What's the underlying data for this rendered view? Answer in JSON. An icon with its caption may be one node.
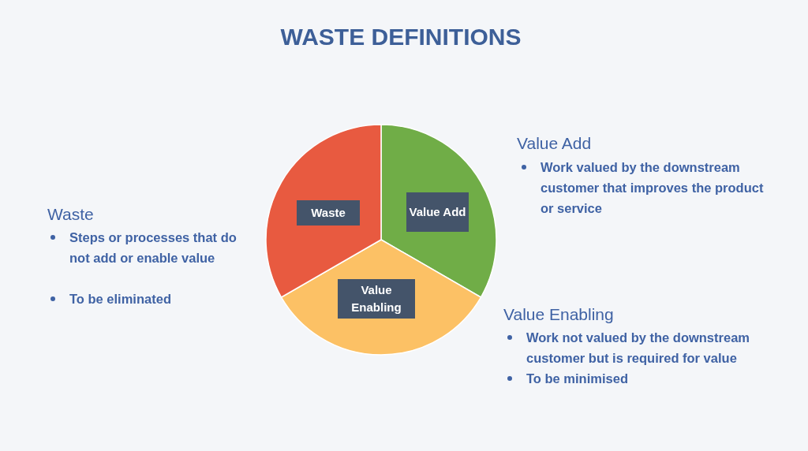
{
  "diagram": {
    "title": "WASTE DEFINITIONS",
    "nodes": [
      {
        "text": [
          "Waste"
        ]
      },
      {
        "text": [
          "Value Add"
        ]
      },
      {
        "text": [
          "Value Enabling"
        ]
      }
    ],
    "labels": [
      "Value Add",
      "Work valued by the downstream customer that improves the product or service",
      "Waste",
      "Steps or processes that do not add or enable value",
      "To be eliminated",
      "Value Enabling",
      "Work not valued by the downstream customer but is required for value",
      "To be minimised"
    ]
  }
}
